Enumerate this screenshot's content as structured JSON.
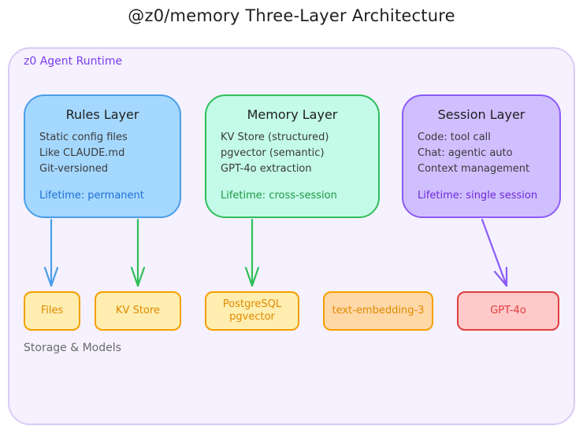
{
  "title": "@z0/memory Three-Layer Architecture",
  "runtime": {
    "label": "z0 Agent Runtime"
  },
  "layers": [
    {
      "id": "rules",
      "title": "Rules Layer",
      "lines": [
        "Static config files",
        "Like CLAUDE.md",
        "Git-versioned"
      ],
      "lifetime": "Lifetime: permanent"
    },
    {
      "id": "memory",
      "title": "Memory Layer",
      "lines": [
        "KV Store (structured)",
        "pgvector (semantic)",
        "GPT-4o extraction"
      ],
      "lifetime": "Lifetime: cross-session"
    },
    {
      "id": "session",
      "title": "Session Layer",
      "lines": [
        "Code: tool call",
        "Chat: agentic auto",
        "Context management"
      ],
      "lifetime": "Lifetime: single session"
    }
  ],
  "storage_section": {
    "label": "Storage & Models"
  },
  "nodes": [
    {
      "id": "files",
      "label": "Files"
    },
    {
      "id": "kv-store",
      "label": "KV Store"
    },
    {
      "id": "postgres",
      "label": "PostgreSQL\npgvector"
    },
    {
      "id": "embedding",
      "label": "text-embedding-3"
    },
    {
      "id": "gpt4o",
      "label": "GPT-4o"
    }
  ],
  "edges": [
    {
      "from": "rules",
      "to": "files",
      "color": "#4a9ee8"
    },
    {
      "from": "rules",
      "to": "kv-store",
      "color": "#2fbf5a"
    },
    {
      "from": "memory",
      "to": "postgres",
      "color": "#2fbf5a"
    },
    {
      "from": "session",
      "to": "gpt4o",
      "color": "#8b5cf6"
    }
  ]
}
